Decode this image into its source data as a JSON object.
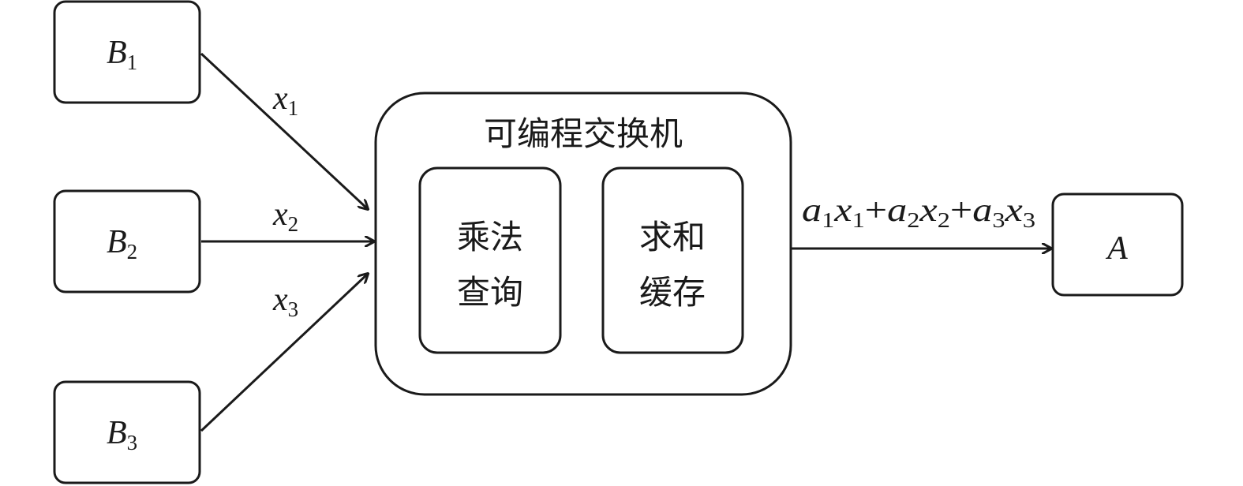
{
  "sources": [
    {
      "label": "B",
      "sub": "1"
    },
    {
      "label": "B",
      "sub": "2"
    },
    {
      "label": "B",
      "sub": "3"
    }
  ],
  "inputs": [
    {
      "label": "x",
      "sub": "1"
    },
    {
      "label": "x",
      "sub": "2"
    },
    {
      "label": "x",
      "sub": "3"
    }
  ],
  "switch": {
    "title": "可编程交换机",
    "modules": [
      {
        "line1": "乘法",
        "line2": "查询"
      },
      {
        "line1": "求和",
        "line2": "缓存"
      }
    ]
  },
  "output": {
    "terms": [
      {
        "a": "a",
        "a_sub": "1",
        "x": "x",
        "x_sub": "1"
      },
      {
        "a": "a",
        "a_sub": "2",
        "x": "x",
        "x_sub": "2"
      },
      {
        "a": "a",
        "a_sub": "3",
        "x": "x",
        "x_sub": "3"
      }
    ],
    "plus": "+"
  },
  "target": {
    "label": "A"
  }
}
